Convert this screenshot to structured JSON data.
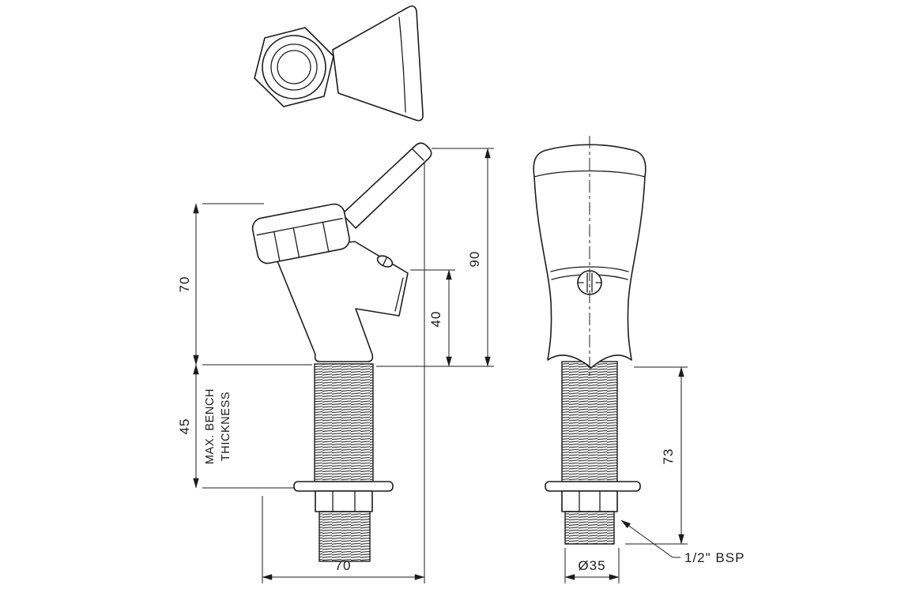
{
  "drawing": {
    "dims": {
      "body_height": "70",
      "bench_thickness": "45",
      "bench_label_line1": "MAX. BENCH",
      "bench_label_line2": "THICKNESS",
      "overall_height": "90",
      "spout_height": "40",
      "base_width": "70",
      "thread_length": "73",
      "thread_diameter": "Ø35",
      "thread_spec": "1/2\" BSP"
    },
    "colors": {
      "line": "#1c1c1c",
      "background": "#ffffff"
    }
  }
}
